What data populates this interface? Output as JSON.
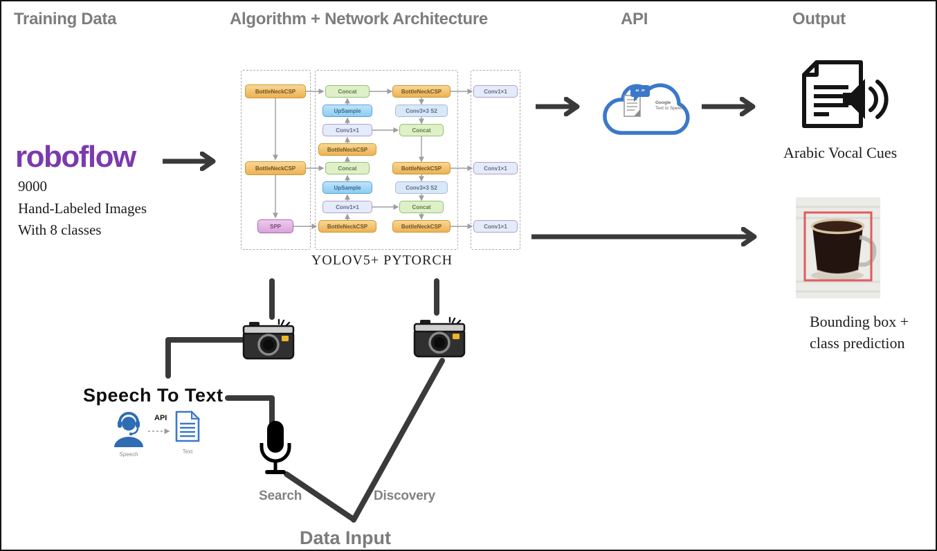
{
  "headers": {
    "training": "Training Data",
    "algorithm": "Algorithm + Network Architecture",
    "api": "API",
    "output": "Output"
  },
  "training": {
    "logo": "roboflow",
    "lines": [
      "9000",
      "Hand-Labeled Images",
      "With 8 classes"
    ]
  },
  "network": {
    "caption": "YOLOV5+ PYTORCH",
    "nodes": [
      "BottleNeckCSP",
      "BottleNeckCSP",
      "SPP",
      "Concat",
      "UpSample",
      "Conv1×1",
      "BottleNeckCSP",
      "Concat",
      "UpSample",
      "Conv1×1",
      "BottleNeckCSP",
      "BottleNeckCSP",
      "Conv3×3 S2",
      "Concat",
      "BottleNeckCSP",
      "Conv3×3 S2",
      "Concat",
      "BottleNeckCSP",
      "Conv1×1",
      "Conv1×1",
      "Conv1×1"
    ]
  },
  "api_cloud": {
    "quotes": "“ ”",
    "name_line1": "Google",
    "name_line2": "Text to Speech"
  },
  "output": {
    "vocal_caption": "Arabic Vocal Cues",
    "bbox_caption_line1": "Bounding box +",
    "bbox_caption_line2": "class prediction"
  },
  "speech_to_text": {
    "title": "Speech To Text",
    "api_label": "API",
    "speech_label": "Speech",
    "text_label": "Text"
  },
  "data_input": {
    "search": "Search",
    "discovery": "Discovery",
    "title": "Data Input"
  },
  "colors": {
    "accent_purple": "#7c3aae",
    "arrow_dark": "#3a3a3a",
    "header_gray": "#7d7d7d",
    "cloud_blue": "#3b78c9",
    "bbox_red": "#e15b5b"
  }
}
